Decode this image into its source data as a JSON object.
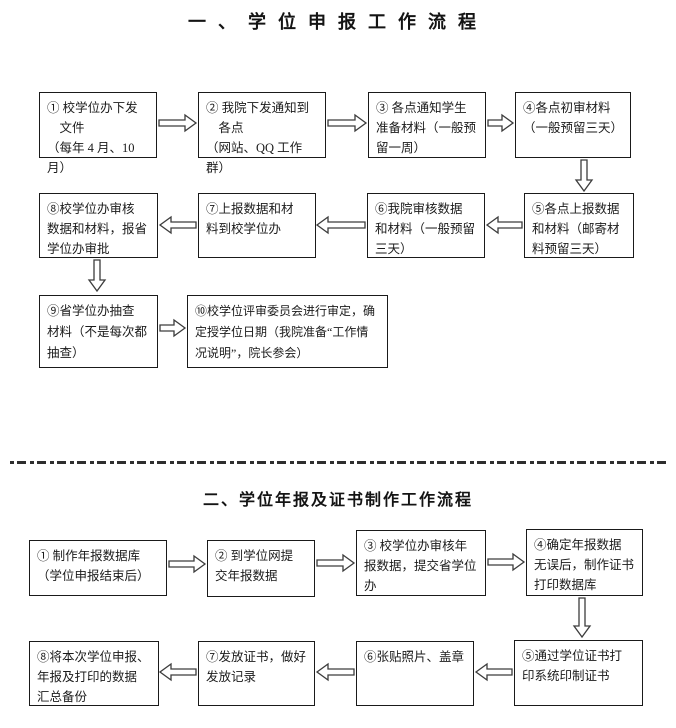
{
  "document": {
    "background": "#ffffff",
    "text_color": "#1b1b1b",
    "box_border_color": "#1a1a1a",
    "arrow_outline_color": "#3c3c3c",
    "divider_style": "dash-dot-line"
  },
  "section1": {
    "title": "一、学位申报工作流程",
    "boxes": [
      {
        "num": "①",
        "text": "① 校学位办下发\n　文件\n（每年 4 月、10 月）"
      },
      {
        "num": "②",
        "text": "② 我院下发通知到\n　各点\n（网站、QQ 工作群）"
      },
      {
        "num": "③",
        "text": "③ 各点通知学生\n准备材料（一般预\n留一周）"
      },
      {
        "num": "④",
        "text": "④各点初审材料\n（一般预留三天）"
      },
      {
        "num": "⑤",
        "text": "⑤各点上报数据\n和材料（邮寄材\n料预留三天）"
      },
      {
        "num": "⑥",
        "text": "⑥我院审核数据\n和材料（一般预留\n三天）"
      },
      {
        "num": "⑦",
        "text": "⑦上报数据和材\n料到校学位办"
      },
      {
        "num": "⑧",
        "text": "⑧校学位办审核\n数据和材料，报省\n学位办审批"
      },
      {
        "num": "⑨",
        "text": "⑨省学位办抽查\n材料（不是每次都\n抽查）"
      },
      {
        "num": "⑩",
        "text": "⑩校学位评审委员会进行审定，确\n定授学位日期（我院准备“工作情\n况说明”，院长参会）"
      }
    ],
    "arrows": [
      {
        "from": 1,
        "to": 2,
        "direction": "right"
      },
      {
        "from": 2,
        "to": 3,
        "direction": "right"
      },
      {
        "from": 3,
        "to": 4,
        "direction": "right"
      },
      {
        "from": 4,
        "to": 5,
        "direction": "down"
      },
      {
        "from": 5,
        "to": 6,
        "direction": "left"
      },
      {
        "from": 6,
        "to": 7,
        "direction": "left"
      },
      {
        "from": 7,
        "to": 8,
        "direction": "left"
      },
      {
        "from": 8,
        "to": 9,
        "direction": "down"
      },
      {
        "from": 9,
        "to": 10,
        "direction": "right"
      }
    ]
  },
  "section2": {
    "title": "二、学位年报及证书制作工作流程",
    "boxes": [
      {
        "num": "①",
        "text": "① 制作年报数据库\n（学位申报结束后）"
      },
      {
        "num": "②",
        "text": "② 到学位网提\n交年报数据"
      },
      {
        "num": "③",
        "text": "③ 校学位办审核年\n报数据，提交省学位\n办"
      },
      {
        "num": "④",
        "text": "④确定年报数据\n无误后，制作证书\n打印数据库"
      },
      {
        "num": "⑤",
        "text": "⑤通过学位证书打\n印系统印制证书"
      },
      {
        "num": "⑥",
        "text": "⑥张贴照片、盖章"
      },
      {
        "num": "⑦",
        "text": "⑦发放证书，做好\n发放记录"
      },
      {
        "num": "⑧",
        "text": "⑧将本次学位申报、\n年报及打印的数据\n汇总备份"
      }
    ],
    "arrows": [
      {
        "from": 1,
        "to": 2,
        "direction": "right"
      },
      {
        "from": 2,
        "to": 3,
        "direction": "right"
      },
      {
        "from": 3,
        "to": 4,
        "direction": "right"
      },
      {
        "from": 4,
        "to": 5,
        "direction": "down"
      },
      {
        "from": 5,
        "to": 6,
        "direction": "left"
      },
      {
        "from": 6,
        "to": 7,
        "direction": "left"
      },
      {
        "from": 7,
        "to": 8,
        "direction": "left"
      }
    ]
  }
}
